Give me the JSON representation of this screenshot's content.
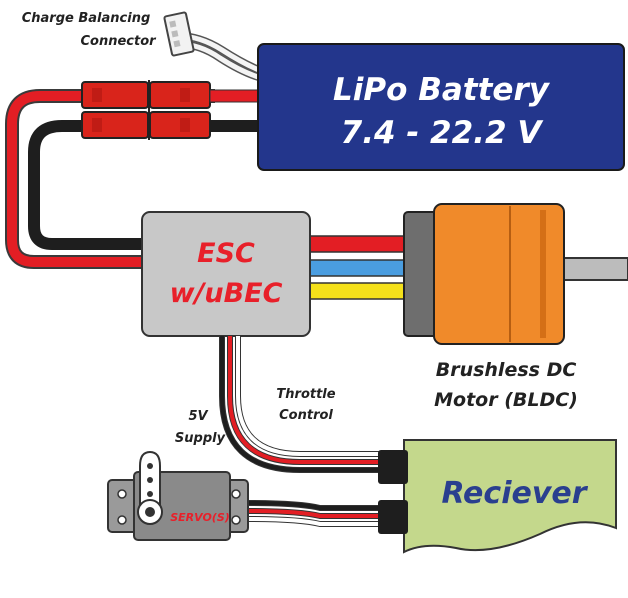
{
  "battery": {
    "title": "LiPo Battery",
    "voltage": "7.4 - 22.2 V"
  },
  "balance_connector_label": [
    "Charge Balancing",
    "Connector"
  ],
  "esc": {
    "line1": "ESC",
    "line2": "w/uBEC"
  },
  "motor": {
    "label_line1": "Brushless DC",
    "label_line2": "Motor (BLDC)"
  },
  "throttle_label": [
    "Throttle",
    "Control"
  ],
  "supply_label": [
    "5V",
    "Supply"
  ],
  "servo": {
    "label": "SERVO(S)"
  },
  "receiver": {
    "label": "Reciever"
  },
  "colors": {
    "battery_fill": "#23368c",
    "esc_fill": "#c8c8c8",
    "esc_text": "#e8202a",
    "receiver_fill": "#c4d88c",
    "receiver_text": "#2a3f8f",
    "motor_orange": "#f08a2a",
    "wire_red": "#e31e24",
    "wire_black": "#1e1e1e",
    "wire_blue": "#4a9de0",
    "wire_yellow": "#f5e11a",
    "connector_red": "#d9241b"
  }
}
